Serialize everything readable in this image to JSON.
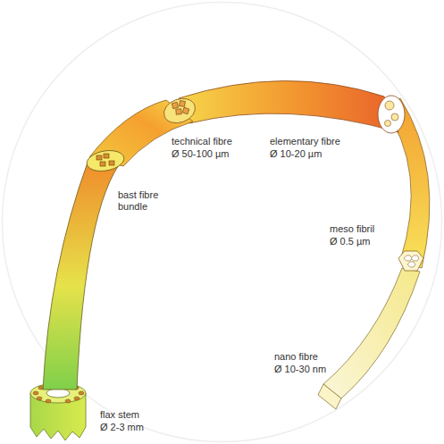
{
  "diagram": {
    "labels": [
      "flax stem",
      "Ø 2-3 mm",
      "bast fibre bundle",
      "technical fibre",
      "Ø 50-100 µm",
      "elementary fibre",
      "Ø 10-20 µm",
      "meso fibril",
      "Ø 0.5 µm",
      "nano fibre",
      "Ø 10-30 nm"
    ]
  }
}
